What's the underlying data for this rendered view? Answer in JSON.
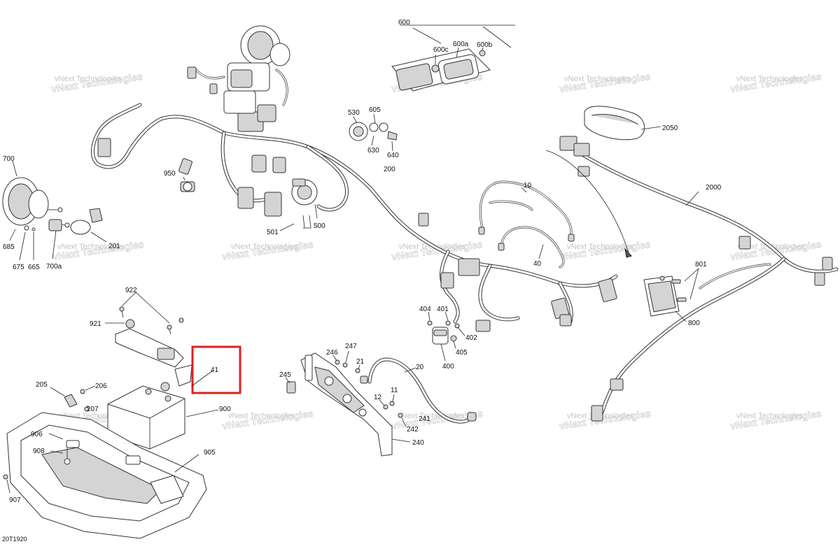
{
  "diagram": {
    "footer_code": "20T1920",
    "watermark": {
      "line1": "vNext Technologies",
      "line2": "vNext Technologies"
    },
    "highlighted_label": "41",
    "labels": {
      "l600": "600",
      "l600a": "600a",
      "l600b": "600b",
      "l600c": "600c",
      "l530": "530",
      "l605": "605",
      "l630": "630",
      "l640": "640",
      "l2050": "2050",
      "l2000": "2000",
      "l200": "200",
      "l950": "950",
      "l700": "700",
      "l685": "685",
      "l675": "675",
      "l665": "665",
      "l700a": "700a",
      "l201": "201",
      "l501": "501",
      "l500": "500",
      "l10": "10",
      "l40": "40",
      "l801": "801",
      "l800": "800",
      "l922": "922",
      "l921": "921",
      "l41": "41",
      "l404": "404",
      "l401": "401",
      "l402": "402",
      "l405": "405",
      "l400": "400",
      "l246": "246",
      "l247": "247",
      "l21": "21",
      "l20": "20",
      "l245": "245",
      "l11": "11",
      "l12": "12",
      "l241": "241",
      "l242": "242",
      "l240": "240",
      "l205": "205",
      "l206": "206",
      "l207": "207",
      "l900": "900",
      "l906": "906",
      "l908": "908",
      "l905": "905",
      "l907": "907"
    }
  }
}
